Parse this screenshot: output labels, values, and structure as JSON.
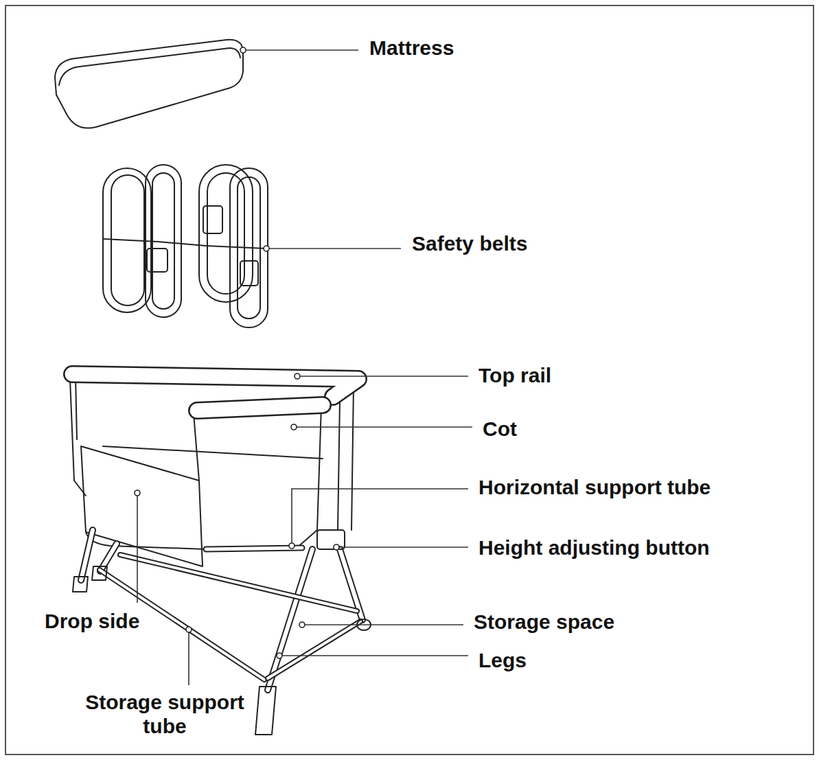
{
  "diagram": {
    "labels": [
      "Mattress",
      "Safety belts",
      "Top rail",
      "Cot",
      "Horizontal support tube",
      "Height adjusting button",
      "Drop side",
      "Storage space",
      "Legs",
      "Storage support tube"
    ]
  }
}
